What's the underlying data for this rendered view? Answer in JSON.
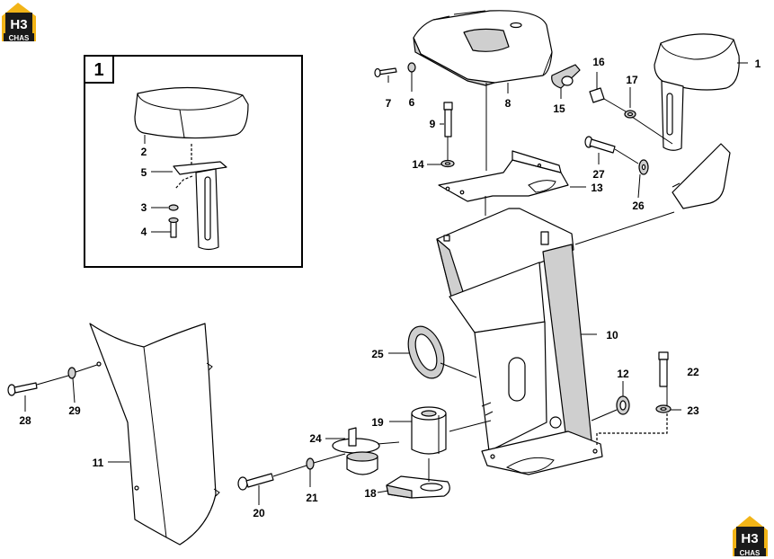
{
  "detail_box": {
    "label": "1"
  },
  "logos": {
    "top": {
      "big": "H3",
      "small": "CHAS"
    },
    "bottom": {
      "big": "H3",
      "small": "CHAS"
    }
  },
  "callouts": {
    "main": [
      "1",
      "6",
      "7",
      "8",
      "9",
      "10",
      "11",
      "12",
      "13",
      "14",
      "15",
      "16",
      "17",
      "18",
      "19",
      "20",
      "21",
      "22",
      "23",
      "24",
      "25",
      "26",
      "27",
      "28",
      "29"
    ],
    "detail": [
      "2",
      "3",
      "4",
      "5"
    ]
  },
  "colors": {
    "logo_gold": "#f2b417",
    "logo_dark": "#1a1a1a",
    "line": "#000000"
  }
}
